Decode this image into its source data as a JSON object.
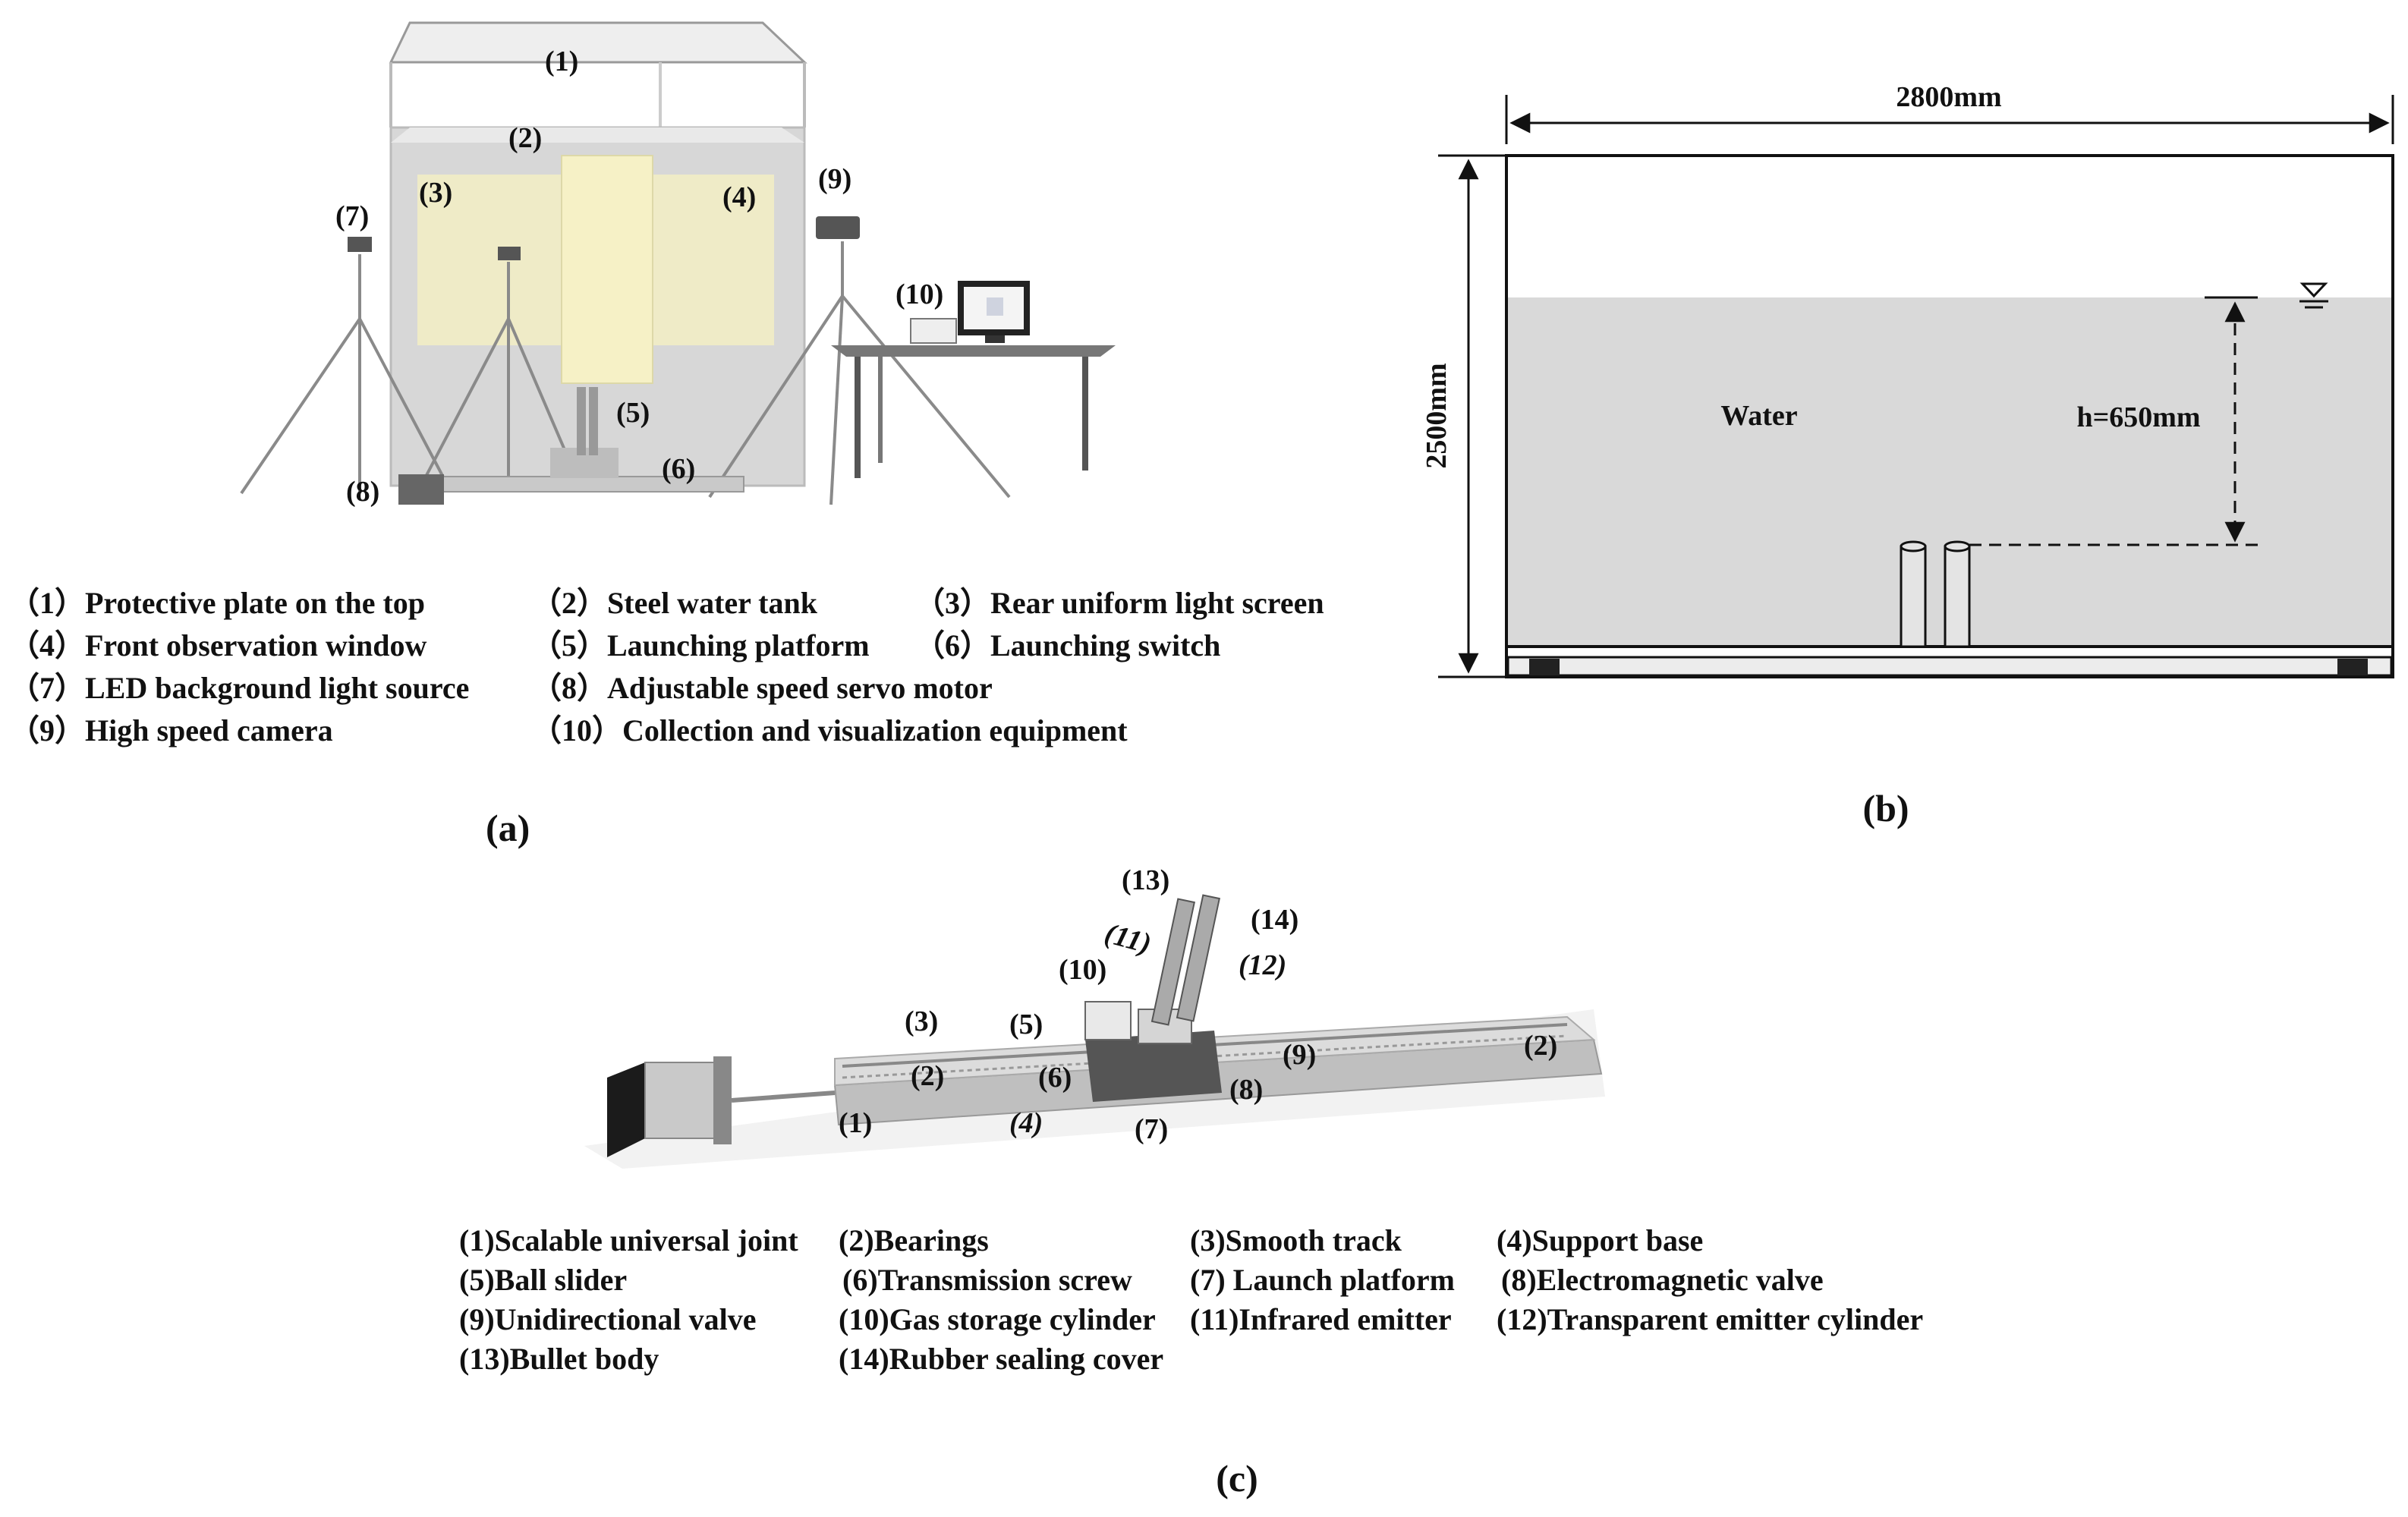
{
  "panel_a": {
    "caption": "(a)",
    "callouts": [
      "(1)",
      "(2)",
      "(3)",
      "(4)",
      "(5)",
      "(6)",
      "(7)",
      "(8)",
      "(9)",
      "(10)"
    ],
    "legend": [
      "（1）Protective plate on the top",
      "（2）Steel water tank",
      "（3）Rear uniform light screen",
      "（4）Front observation window",
      "（5）Launching platform",
      "（6）Launching switch",
      "（7）LED background light source",
      "（8）Adjustable speed servo motor",
      "（9）High speed camera",
      "（10）Collection and visualization equipment"
    ]
  },
  "panel_b": {
    "caption": "(b)",
    "width_label": "2800mm",
    "height_label": "2500mm",
    "water_label": "Water",
    "depth_label": "h=650mm",
    "colors": {
      "water": "#d9d9d9",
      "outline": "#111111",
      "base": "#ececec"
    }
  },
  "panel_c": {
    "caption": "(c)",
    "callouts": [
      "(1)",
      "(2)",
      "(2)",
      "(3)",
      "(4)",
      "(5)",
      "(6)",
      "(7)",
      "(8)",
      "(9)",
      "(10)",
      "(11)",
      "(12)",
      "(13)",
      "(14)"
    ],
    "legend": [
      "(1)Scalable universal joint",
      "(2)Bearings",
      "(3)Smooth track",
      "(4)Support base",
      "(5)Ball slider",
      "(6)Transmission screw",
      "(7) Launch platform",
      "(8)Electromagnetic valve",
      "(9)Unidirectional valve",
      "(10)Gas storage cylinder",
      "(11)Infrared emitter",
      "(12)Transparent emitter cylinder",
      "(13)Bullet body",
      "(14)Rubber sealing cover"
    ]
  }
}
